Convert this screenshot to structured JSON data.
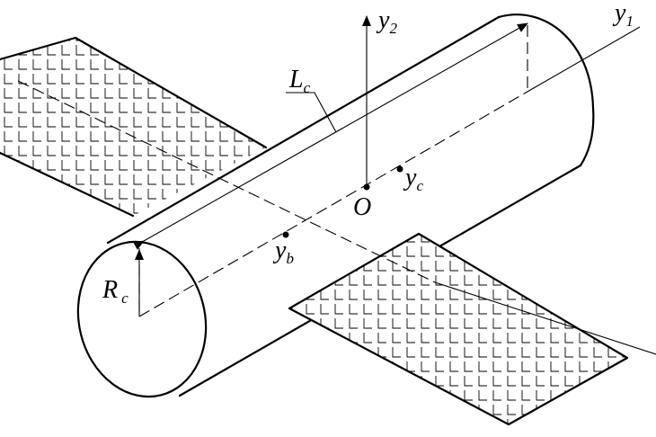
{
  "labels": {
    "y2": {
      "main": "y",
      "sub": "2"
    },
    "y1": {
      "main": "y",
      "sub": "1"
    },
    "Lc": {
      "main": "L",
      "sub": "c"
    },
    "yc": {
      "main": "y",
      "sub": "c"
    },
    "O": {
      "main": "O"
    },
    "yb": {
      "main": "y",
      "sub": "b"
    },
    "Rc": {
      "main": "R",
      "sub": "c"
    }
  },
  "colors": {
    "stroke": "#000000",
    "background": "#ffffff"
  }
}
